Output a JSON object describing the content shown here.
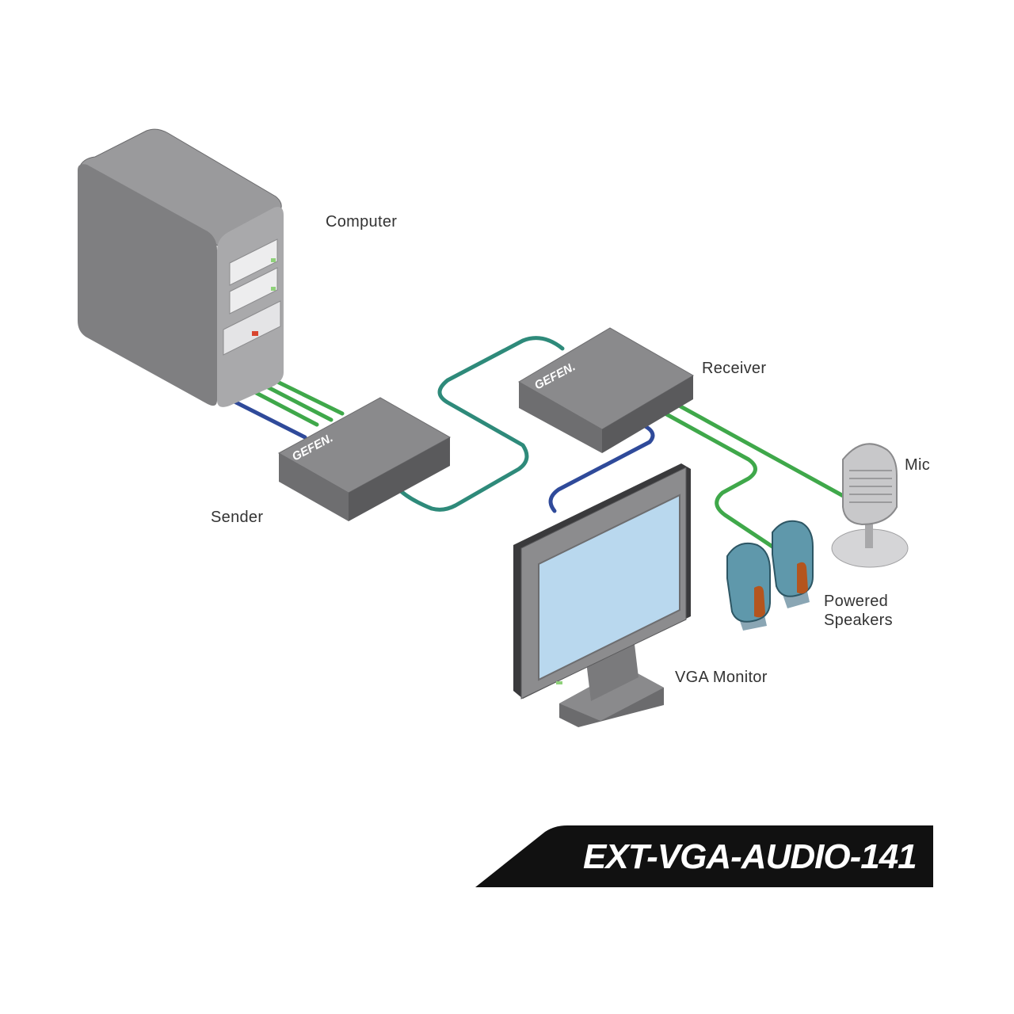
{
  "labels": {
    "computer": "Computer",
    "sender": "Sender",
    "receiver": "Receiver",
    "mic": "Mic",
    "speakers_line1": "Powered",
    "speakers_line2": "Speakers",
    "monitor": "VGA Monitor"
  },
  "brand": {
    "sender_logo": "GEFEN.",
    "receiver_logo": "GEFEN."
  },
  "model": "EXT-VGA-AUDIO-141",
  "colors": {
    "device_gray": "#7f7f81",
    "cable_green": "#3fa84a",
    "cable_blue": "#2f4a9a",
    "cable_teal": "#2e8a7a",
    "screen_blue": "#b9d8ee",
    "speaker_orange": "#b4551e",
    "banner_black": "#111111"
  }
}
